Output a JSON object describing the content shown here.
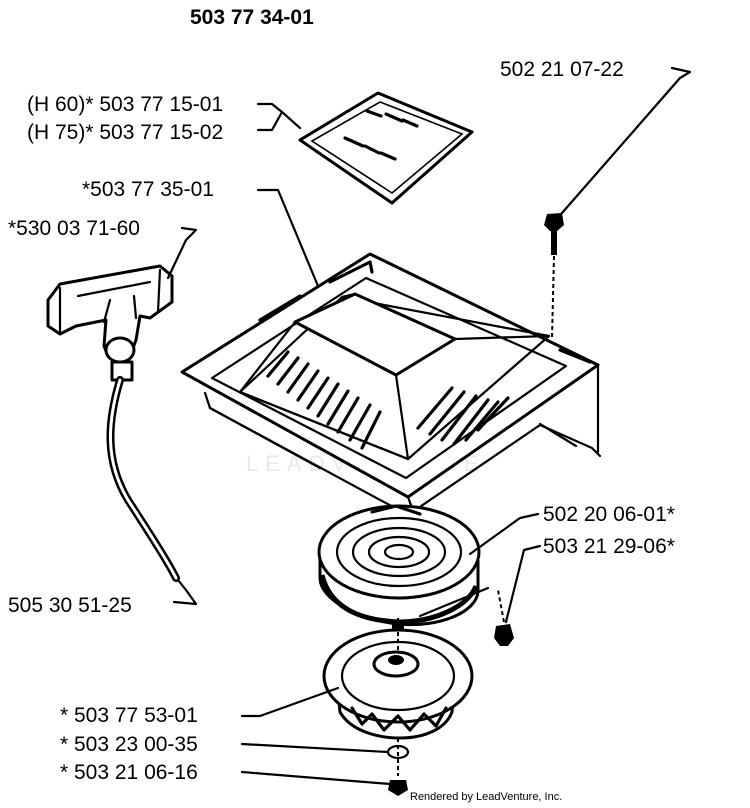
{
  "title": "503 77 34-01",
  "labels": {
    "decal_bolt": "502 21 07-22",
    "decal_h60": "(H 60)* 503 77 15-01",
    "decal_h75": "(H 75)* 503 77 15-02",
    "cover": "*503 77 35-01",
    "handle": "*530 03 71-60",
    "rope": "505 30 51-25",
    "spring": "502 20 06-01*",
    "screw": "503 21 29-06*",
    "pulley": "* 503 77 53-01",
    "washer": "* 503 23 00-35",
    "bolt": "* 503 21 06-16"
  },
  "watermark": "LEADVENTURE",
  "credit": "Rendered by LeadVenture, Inc."
}
